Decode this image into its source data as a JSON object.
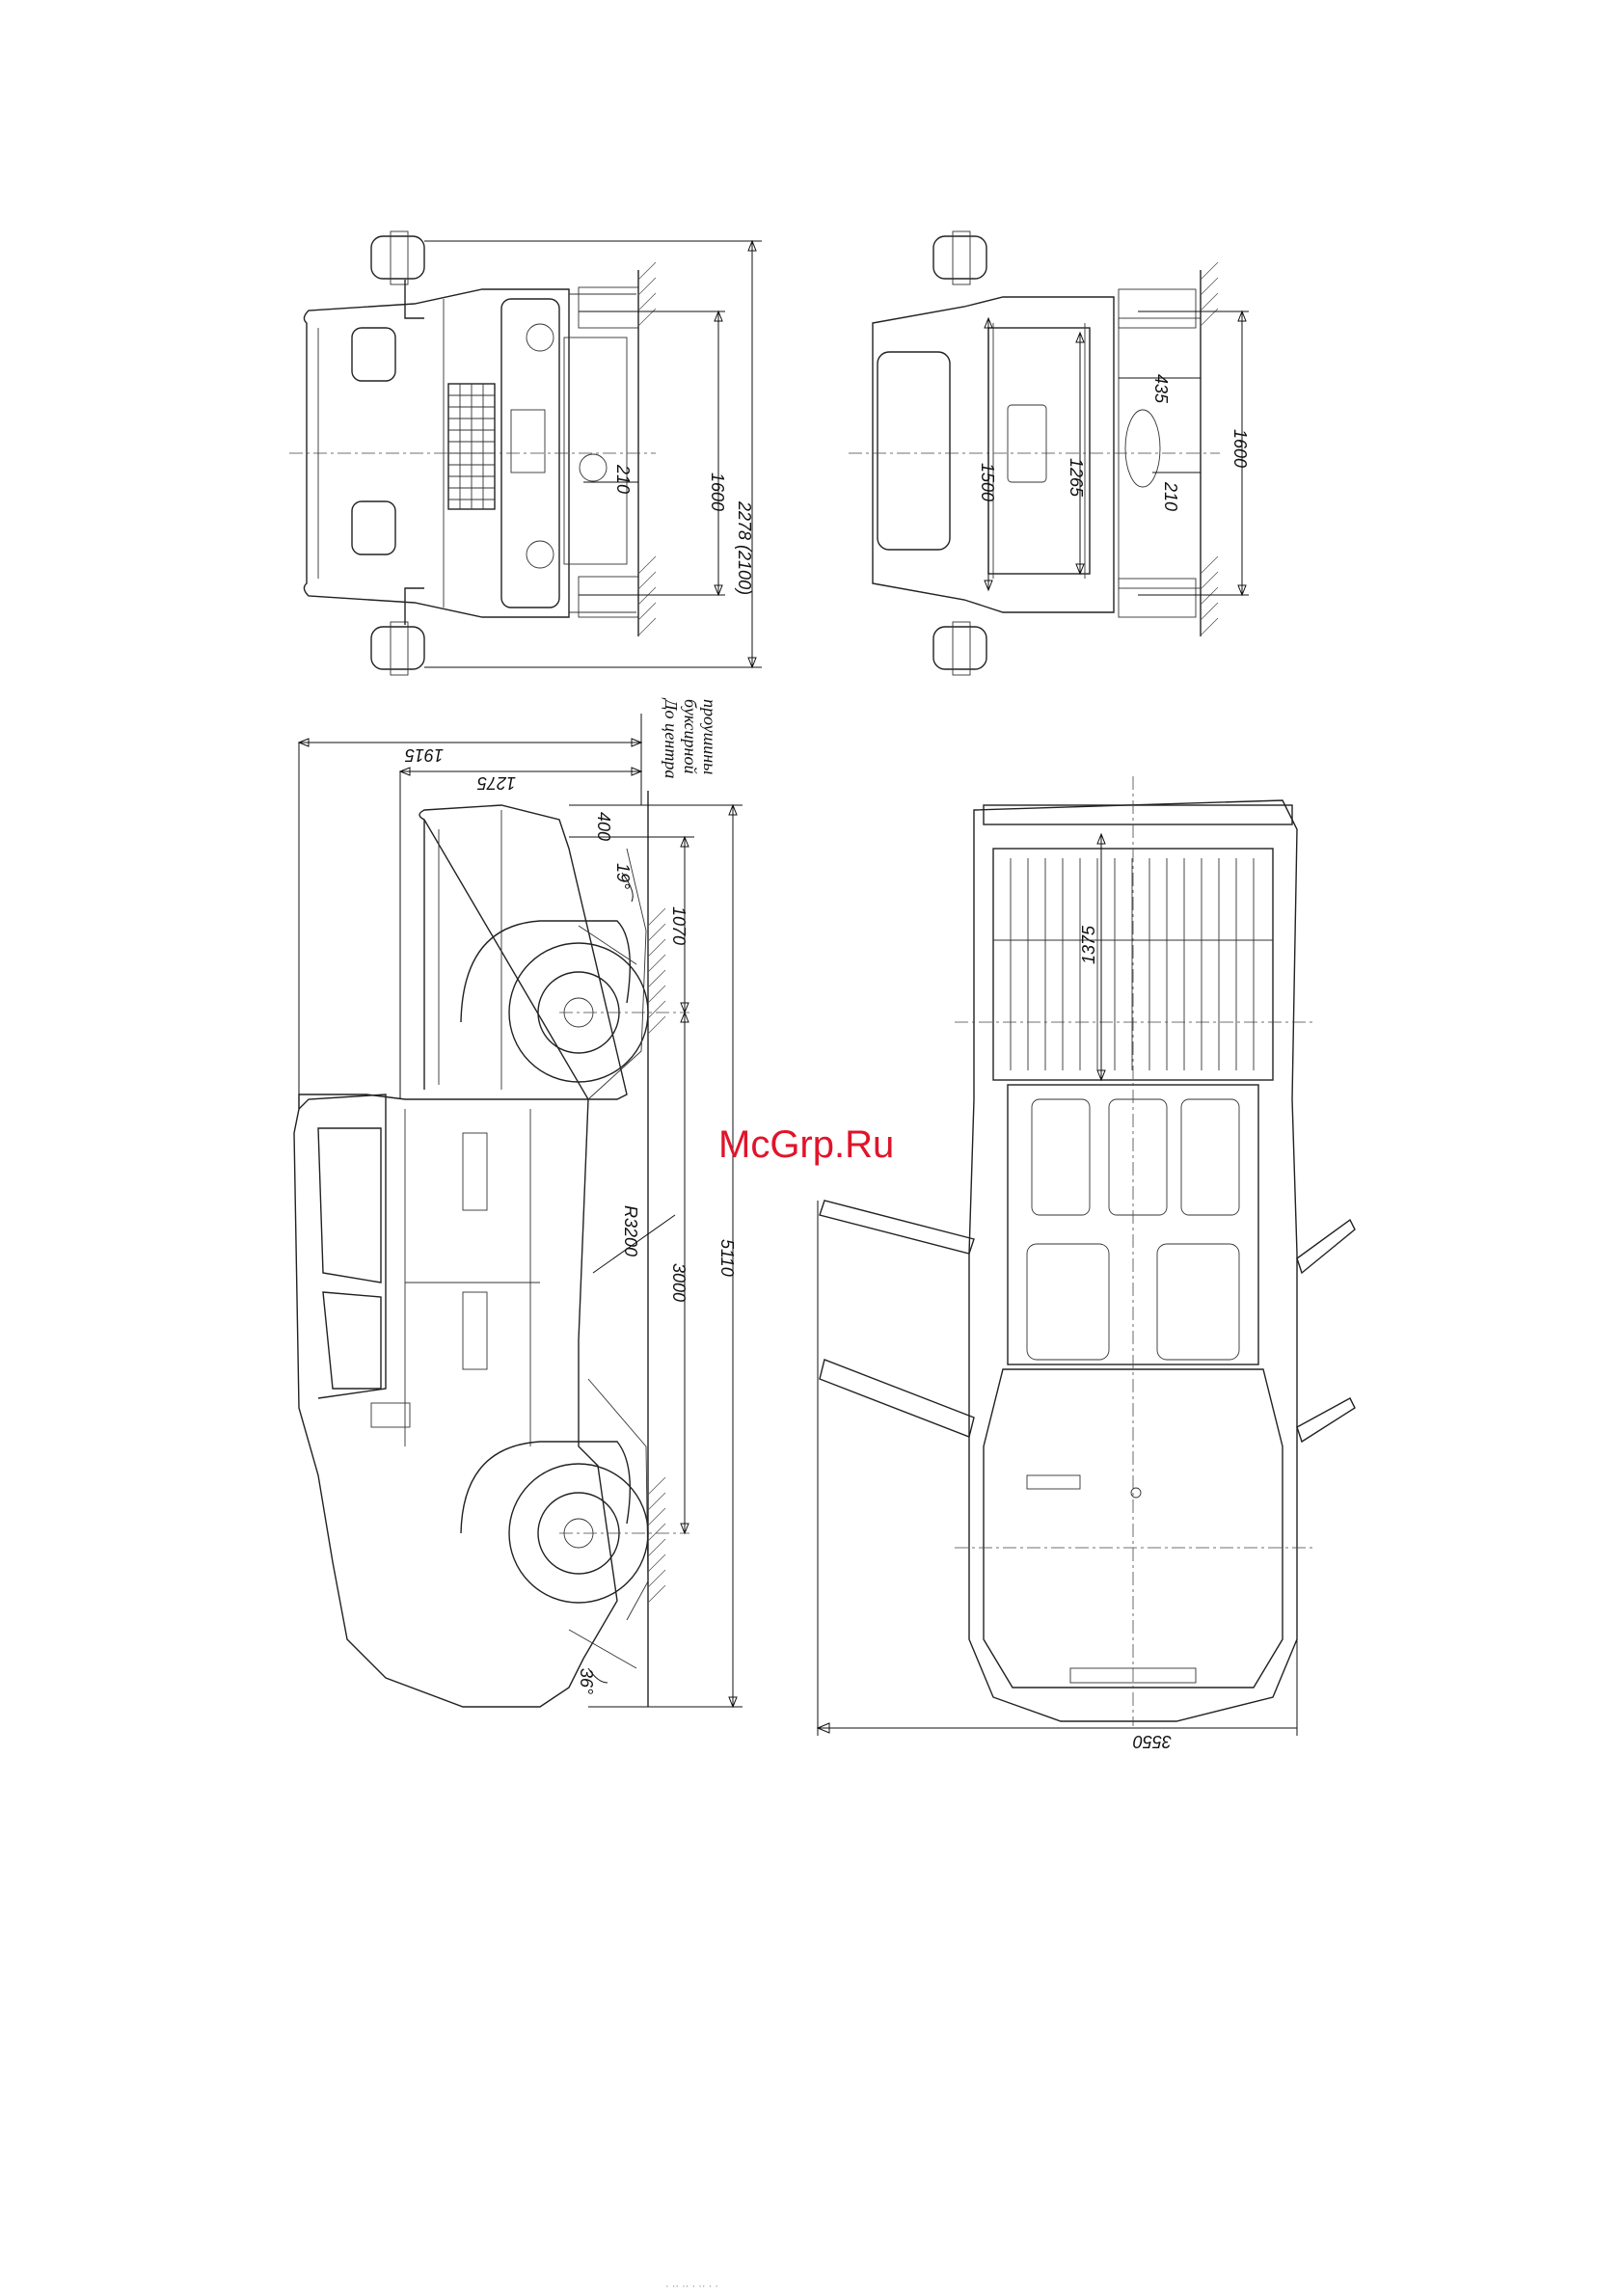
{
  "watermark": "McGrp.Ru",
  "dimensions": {
    "front_track": "1600",
    "front_width": "2278 (2100)",
    "front_clearance": "210",
    "rear_track": "1600",
    "rear_1500": "1500",
    "rear_1265": "1265",
    "rear_435": "435",
    "rear_clearance": "210",
    "side_1915": "1915",
    "side_1275": "1275",
    "side_400": "400",
    "side_angle_rear": "19°",
    "side_1070": "1070",
    "side_radius": "R3200",
    "side_wheelbase": "3000",
    "side_length": "5110",
    "side_angle_front": "36°",
    "top_1375": "1375",
    "top_3550": "3550"
  },
  "tow_note": [
    "До центра",
    "буксирной",
    "проушины"
  ],
  "footer": "· ·· ·· ·  ··  ·  ·"
}
